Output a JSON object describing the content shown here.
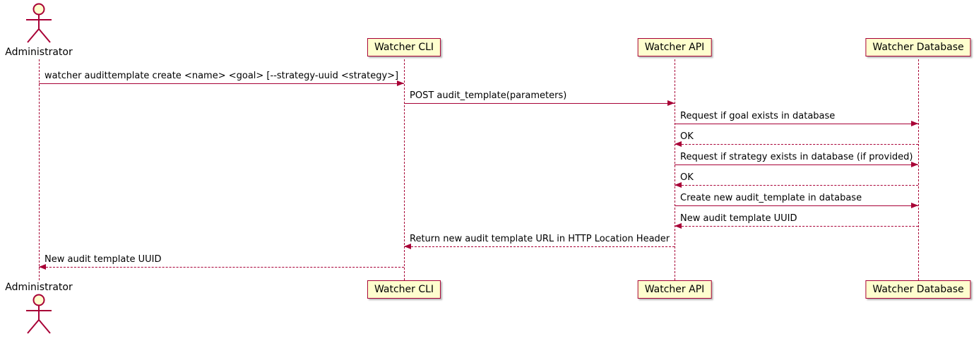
{
  "diagram": {
    "type": "sequence",
    "colors": {
      "participant_fill": "#FEFECE",
      "line_and_border": "#A80036",
      "text": "#000000",
      "background": "#FFFFFF"
    },
    "participants": [
      {
        "id": "admin",
        "label": "Administrator",
        "kind": "actor"
      },
      {
        "id": "cli",
        "label": "Watcher CLI",
        "kind": "participant"
      },
      {
        "id": "api",
        "label": "Watcher API",
        "kind": "participant"
      },
      {
        "id": "db",
        "label": "Watcher Database",
        "kind": "participant"
      }
    ],
    "messages": [
      {
        "from": "admin",
        "to": "cli",
        "style": "solid",
        "label": "watcher audittemplate create <name> <goal> [--strategy-uuid <strategy>]"
      },
      {
        "from": "cli",
        "to": "api",
        "style": "solid",
        "label": "POST audit_template(parameters)"
      },
      {
        "from": "api",
        "to": "db",
        "style": "solid",
        "label": "Request if goal exists in database"
      },
      {
        "from": "db",
        "to": "api",
        "style": "dashed",
        "label": "OK"
      },
      {
        "from": "api",
        "to": "db",
        "style": "solid",
        "label": "Request if strategy exists in database (if provided)"
      },
      {
        "from": "db",
        "to": "api",
        "style": "dashed",
        "label": "OK"
      },
      {
        "from": "api",
        "to": "db",
        "style": "solid",
        "label": "Create new audit_template in database"
      },
      {
        "from": "db",
        "to": "api",
        "style": "dashed",
        "label": "New audit template UUID"
      },
      {
        "from": "api",
        "to": "cli",
        "style": "dashed",
        "label": "Return new audit template URL in HTTP Location Header"
      },
      {
        "from": "cli",
        "to": "admin",
        "style": "dashed",
        "label": "New audit template UUID"
      }
    ]
  }
}
